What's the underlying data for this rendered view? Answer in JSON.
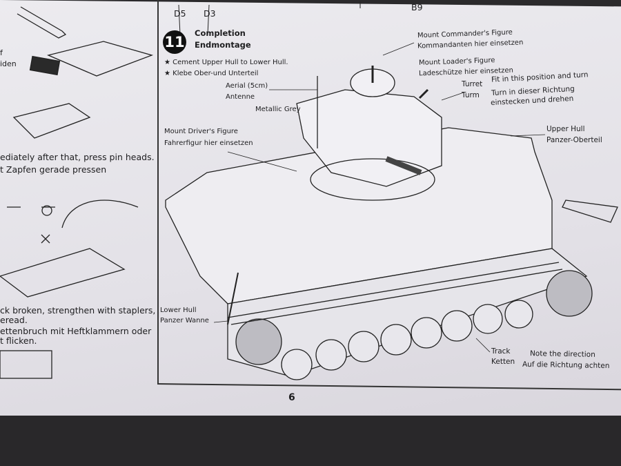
{
  "part_labels": {
    "d5": "D5",
    "d3": "D3",
    "b9": "B9"
  },
  "left_column": {
    "label_fragment_1": "f",
    "label_fragment_2": "iden",
    "pin_en": "ediately after that, press pin heads.",
    "pin_de": "t Zapfen gerade pressen",
    "broken_en_1": "ck broken, strengthen with staplers,",
    "broken_en_2": "eread.",
    "broken_de_1": "ettenbruch mit Heftklammern oder",
    "broken_de_2": "t flicken."
  },
  "step": {
    "number": "11",
    "title_en": "Completion",
    "title_de": "Endmontage",
    "note_en": "★ Cement Upper Hull to Lower Hull.",
    "note_de": "★ Klebe Ober-und Unterteil"
  },
  "callouts": {
    "aerial_en": "Aerial (5cm)",
    "aerial_de": "Antenne",
    "paint": "Metallic Grey",
    "driver_en": "Mount Driver's Figure",
    "driver_de": "Fahrerfigur hier einsetzen",
    "commander_en": "Mount Commander's Figure",
    "commander_de": "Kommandanten hier einsetzen",
    "loader_en": "Mount Loader's Figure",
    "loader_de": "Ladeschütze hier einsetzen",
    "turret_en": "Turret",
    "turret_de": "Turm",
    "fit_en": "Fit in this position and turn",
    "fit_de_1": "Turn in dieser Richtung",
    "fit_de_2": "einstecken und drehen",
    "upper_hull_en": "Upper Hull",
    "upper_hull_de": "Panzer-Oberteil",
    "lower_hull_en": "Lower Hull",
    "lower_hull_de": "Panzer Wanne",
    "track_en": "Track",
    "track_de": "Ketten",
    "direction_en": "Note the direction",
    "direction_de": "Auf die Richtung achten"
  },
  "page_number": "6"
}
